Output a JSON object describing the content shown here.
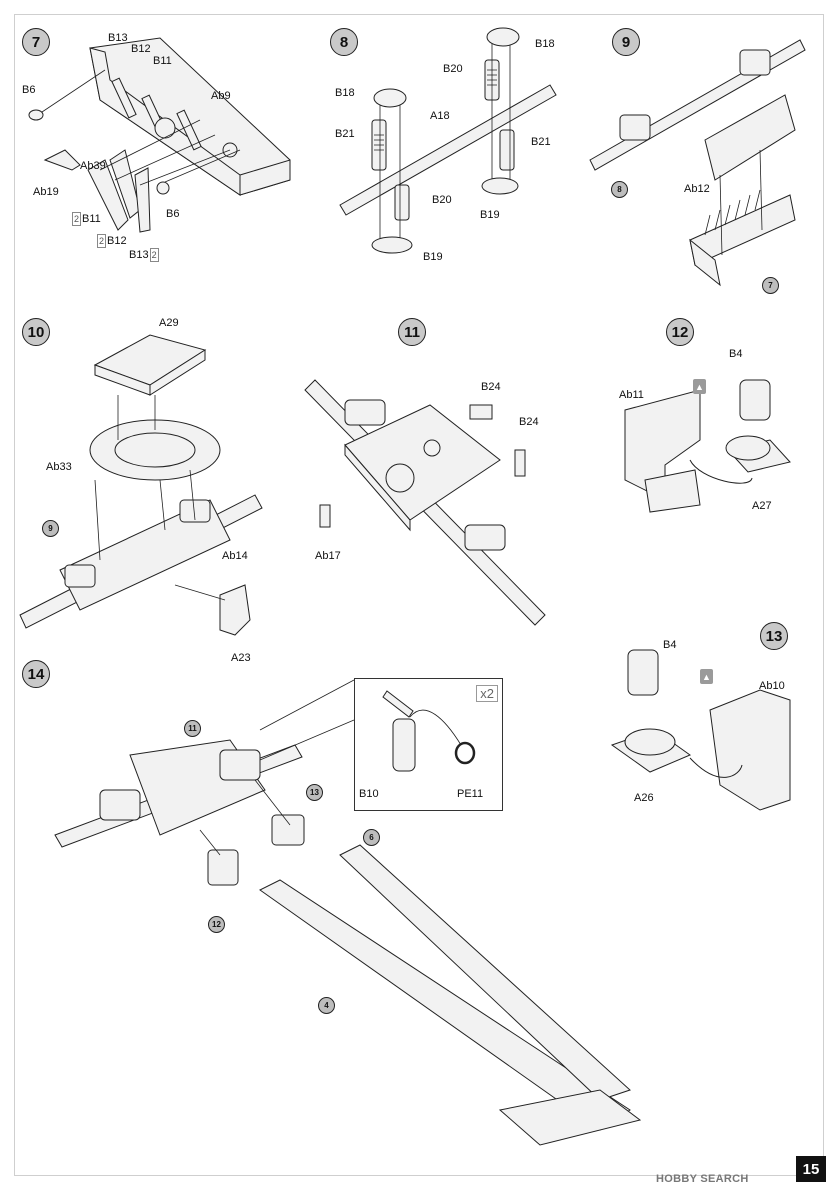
{
  "steps": {
    "s7": {
      "num": "7",
      "labels": {
        "b13": "B13",
        "b12": "B12",
        "b11": "B11",
        "b6a": "B6",
        "ab9": "Ab9",
        "ab39": "Ab39",
        "ab19": "Ab19",
        "b6b": "B6"
      },
      "qty_labels": {
        "b11": "B11",
        "b12": "B12",
        "b13": "B13"
      },
      "qty_mark": "2"
    },
    "s8": {
      "num": "8",
      "labels": {
        "b18a": "B18",
        "b20a": "B20",
        "b18b": "B18",
        "a18": "A18",
        "b21a": "B21",
        "b21b": "B21",
        "b20b": "B20",
        "b19a": "B19",
        "b19b": "B19"
      }
    },
    "s9": {
      "num": "9",
      "labels": {
        "ab12": "Ab12"
      },
      "refs": {
        "r8": "8",
        "r7": "7"
      }
    },
    "s10": {
      "num": "10",
      "labels": {
        "a29": "A29",
        "ab33": "Ab33",
        "ab14": "Ab14",
        "a23": "A23"
      },
      "refs": {
        "r9": "9"
      }
    },
    "s11": {
      "num": "11",
      "labels": {
        "b24a": "B24",
        "b24b": "B24",
        "ab17": "Ab17"
      }
    },
    "s12": {
      "num": "12",
      "labels": {
        "b4": "B4",
        "ab11": "Ab11",
        "a27": "A27"
      }
    },
    "s13": {
      "num": "13",
      "labels": {
        "b4": "B4",
        "ab10": "Ab10",
        "a26": "A26"
      }
    },
    "s14": {
      "num": "14",
      "refs": {
        "r11": "11",
        "r13": "13",
        "r6": "6",
        "r12": "12",
        "r4": "4"
      },
      "callout": {
        "b10": "B10",
        "pe11": "PE11",
        "qty": "x2"
      }
    }
  },
  "page_number": "15",
  "watermark": "HOBBY SEARCH",
  "colors": {
    "step_badge": "#c9c9c9",
    "page_tab": "#111111"
  }
}
